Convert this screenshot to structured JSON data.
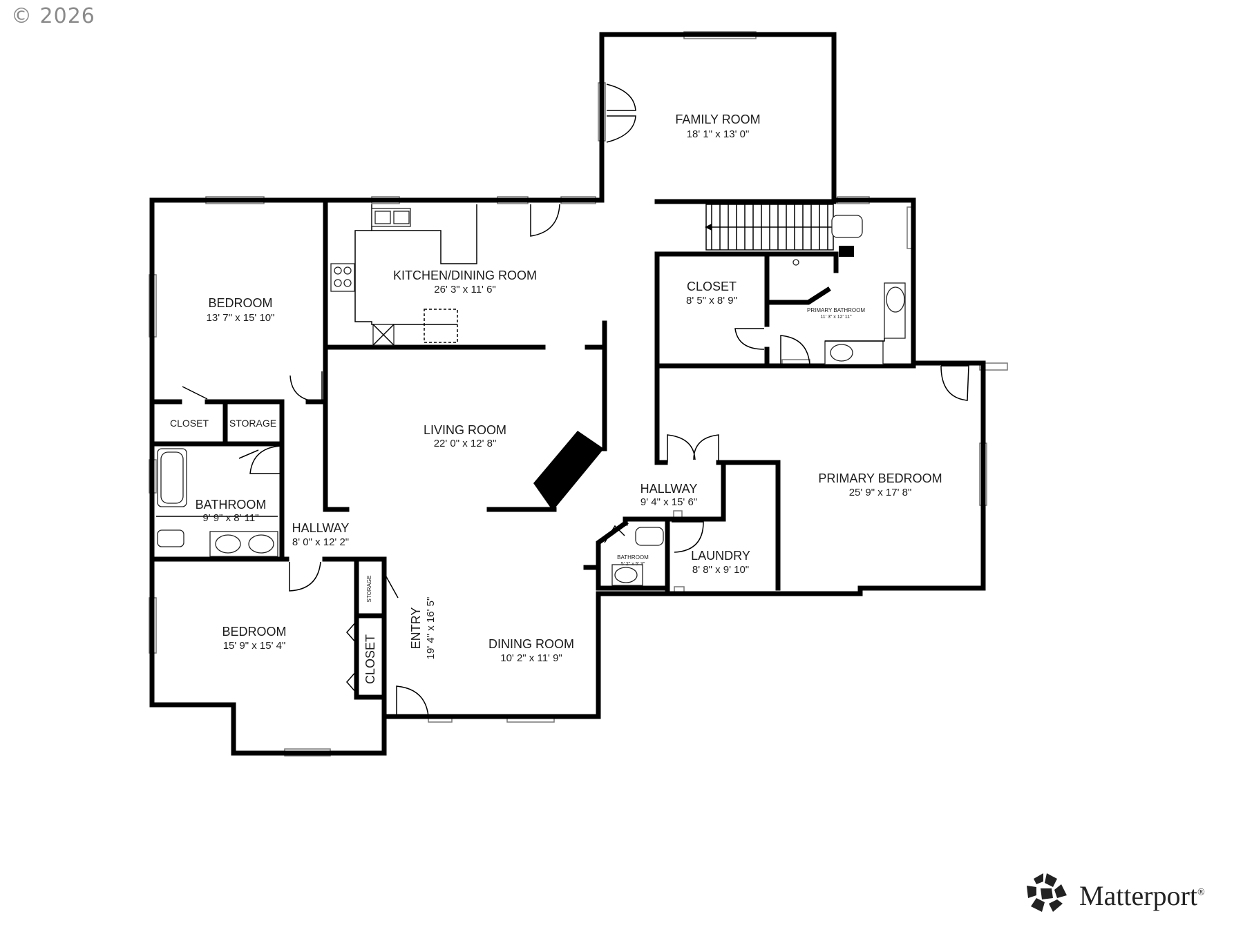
{
  "watermark": {
    "copyright": "© 2026"
  },
  "brand": {
    "logo_text": "Matterport",
    "logo_icon": "matterport-logo-icon",
    "registered": "®"
  },
  "colors": {
    "wall": "#000000",
    "background": "#ffffff",
    "window": "#777777",
    "text": "#1c1c1c"
  },
  "rooms": {
    "family_room": {
      "name": "FAMILY ROOM",
      "dim": "18' 1\" x 13' 0\""
    },
    "bedroom_1": {
      "name": "BEDROOM",
      "dim": "13' 7\" x 15' 10\""
    },
    "kitchen": {
      "name": "KITCHEN/DINING ROOM",
      "dim": "26' 3\" x 11' 6\""
    },
    "closet_master": {
      "name": "CLOSET",
      "dim": "8' 5\" x 8' 9\""
    },
    "primary_bathroom": {
      "name": "PRIMARY BATHROOM",
      "dim": "11' 3\" x 12' 11\""
    },
    "closet_small": {
      "name": "CLOSET"
    },
    "storage_small": {
      "name": "STORAGE"
    },
    "living_room": {
      "name": "LIVING ROOM",
      "dim": "22' 0\" x 12' 8\""
    },
    "bathroom": {
      "name": "BATHROOM",
      "dim": "9' 9\" x 8' 11\""
    },
    "hallway_left": {
      "name": "HALLWAY",
      "dim": "8' 0\" x 12' 2\""
    },
    "hallway_right": {
      "name": "HALLWAY",
      "dim": "9' 4\" x 15' 6\""
    },
    "primary_bedroom": {
      "name": "PRIMARY BEDROOM",
      "dim": "25' 9\" x 17' 8\""
    },
    "half_bathroom": {
      "name": "BATHROOM",
      "dim": "5' 2\" x 5' 3\""
    },
    "laundry": {
      "name": "LAUNDRY",
      "dim": "8' 8\" x 9' 10\""
    },
    "storage_vertical": {
      "name": "STORAGE"
    },
    "bedroom_2": {
      "name": "BEDROOM",
      "dim": "15' 9\" x 15' 4\""
    },
    "closet_vertical": {
      "name": "CLOSET"
    },
    "entry": {
      "name": "ENTRY",
      "dim": "19' 4\" x 16' 5\""
    },
    "dining_room": {
      "name": "DINING ROOM",
      "dim": "10' 2\" x 11' 9\""
    }
  }
}
